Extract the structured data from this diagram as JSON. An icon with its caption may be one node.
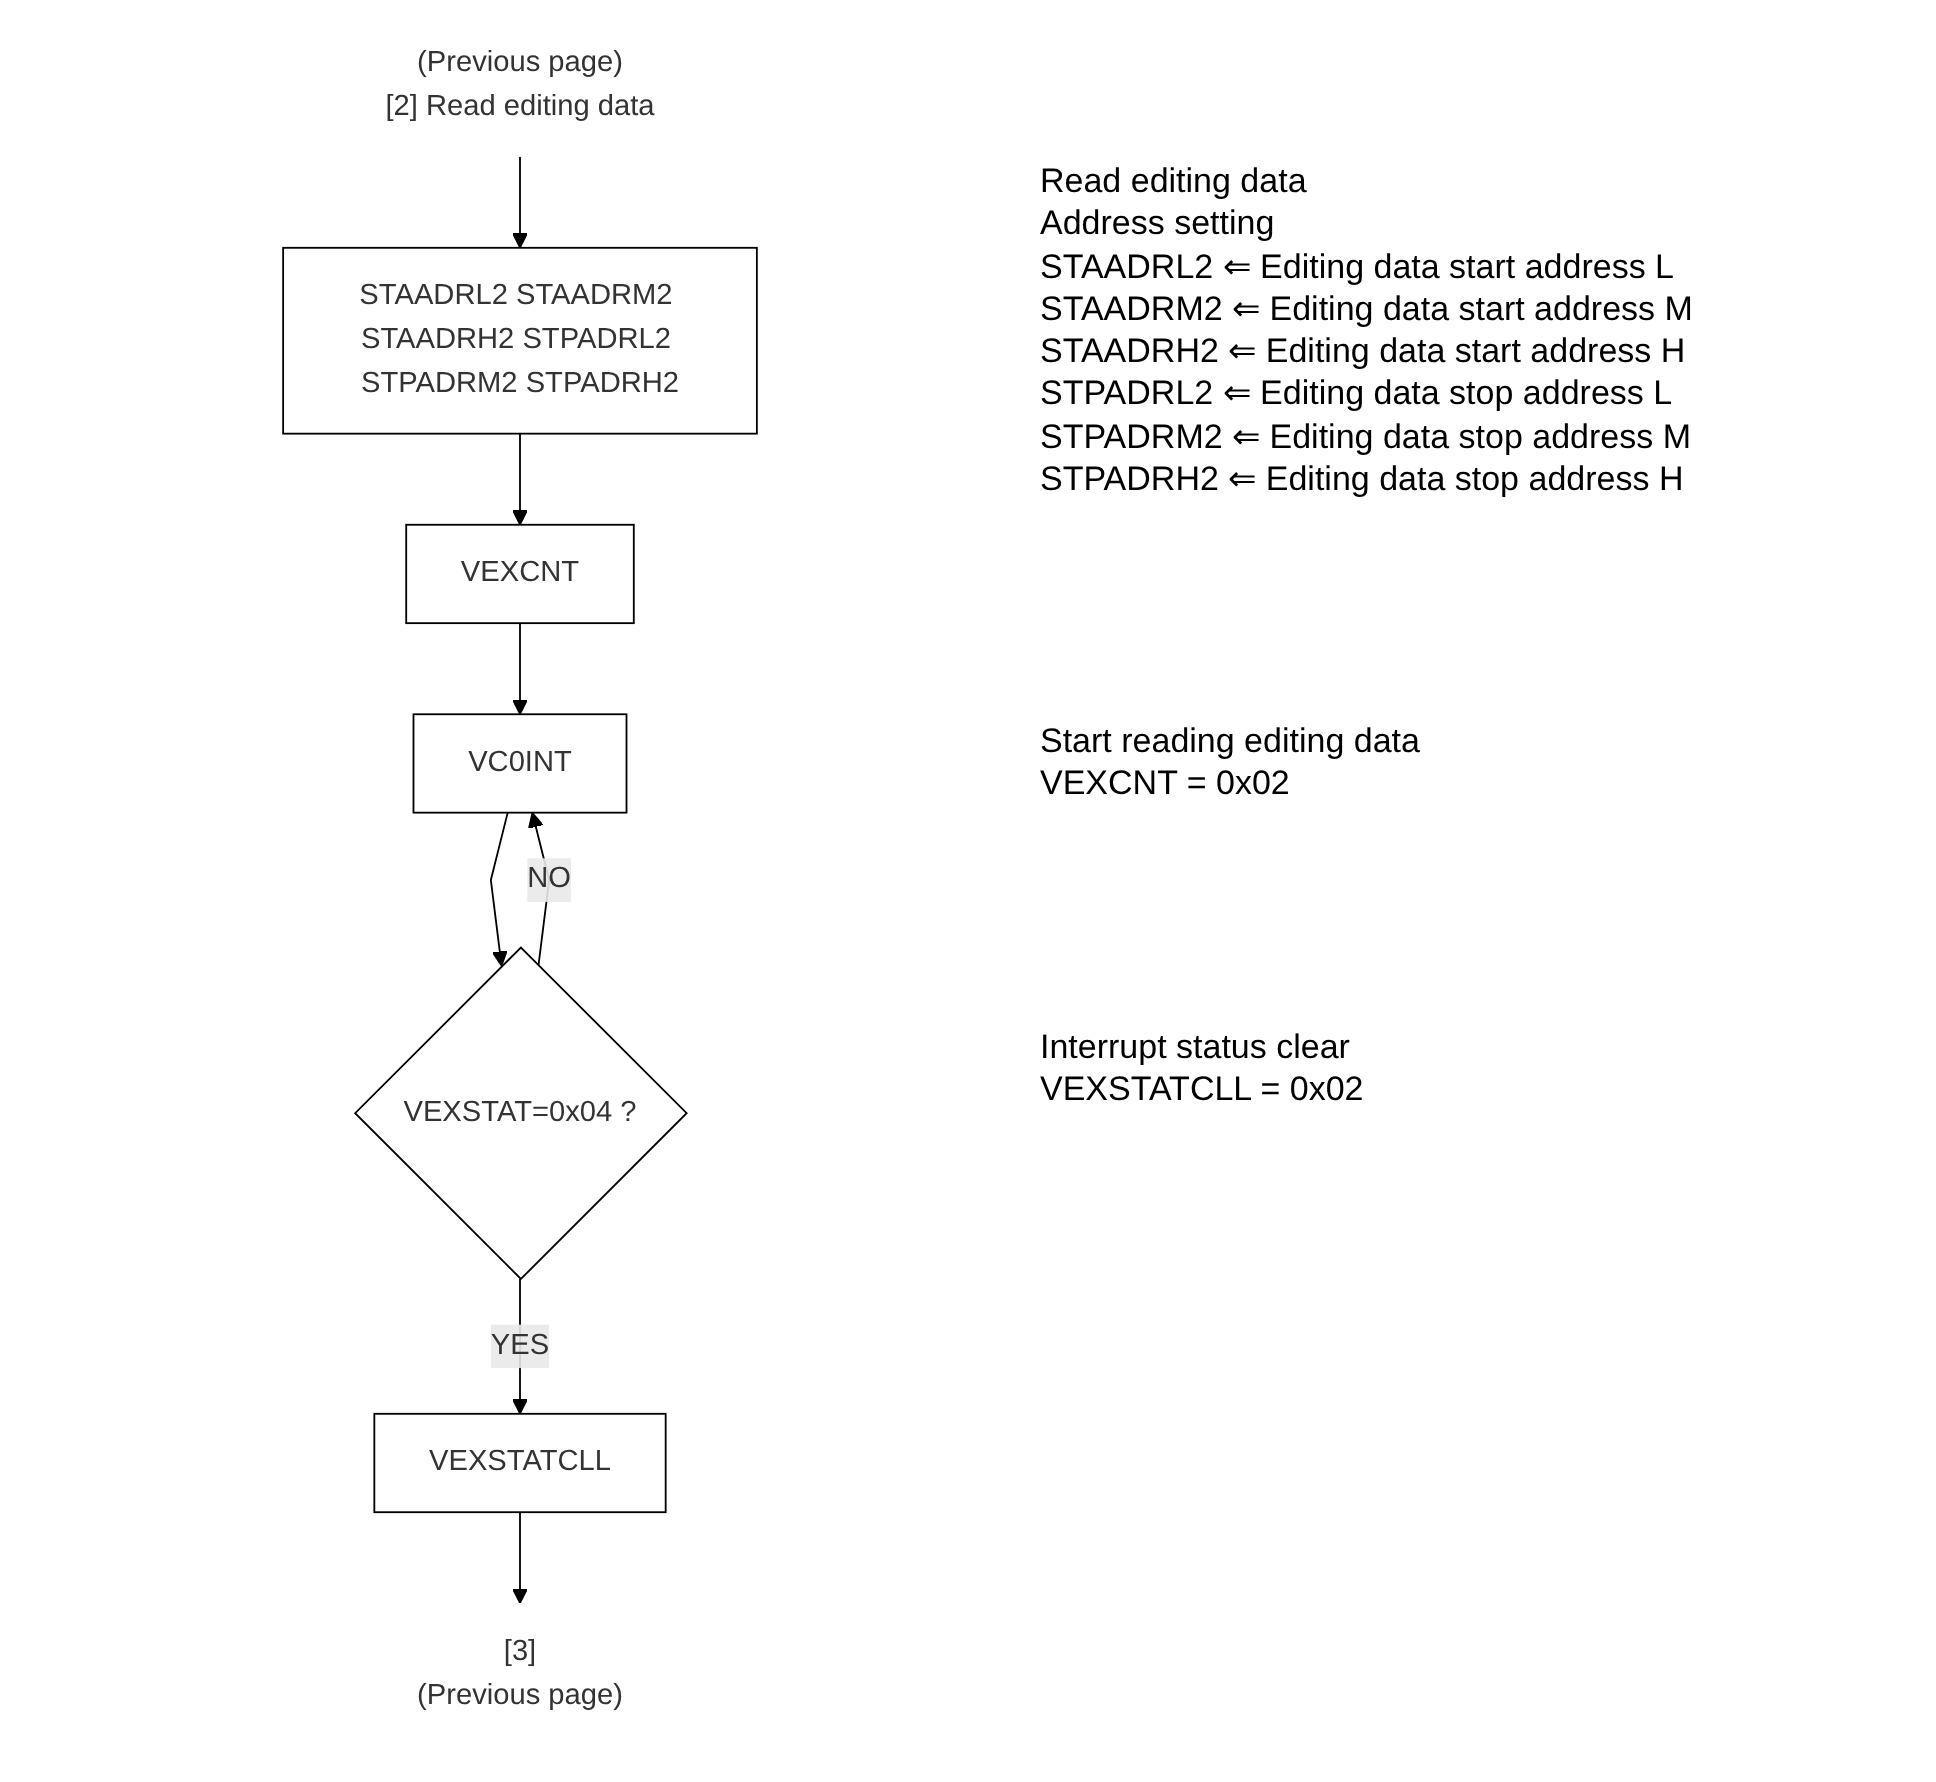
{
  "diagram": {
    "nodes": [
      {
        "text": [
          "(Previous page)",
          "[2] Read editing data"
        ]
      },
      {
        "text": [
          "STAADRL2 STAADRM2 STAADRH2 STPADRL2 STPADRM2 STPADRH2"
        ]
      },
      {
        "text": [
          "VEXCNT"
        ]
      },
      {
        "text": [
          "VC0INT"
        ]
      },
      {
        "text": [
          "VEXSTAT=0x04 ?"
        ]
      },
      {
        "text": [
          "VEXSTATCLL"
        ]
      },
      {
        "text": [
          "[3]",
          "(Previous page)"
        ]
      }
    ],
    "edges": [
      {
        "from": 0,
        "to": 1,
        "arrow": "to"
      },
      {
        "from": 1,
        "to": 2,
        "arrow": "to"
      },
      {
        "from": 2,
        "to": 3,
        "arrow": "to"
      },
      {
        "from": 3,
        "to": 4,
        "arrow": "to"
      },
      {
        "from": 4,
        "to": 3,
        "arrow": "to",
        "label": "NO"
      },
      {
        "from": 4,
        "to": 5,
        "arrow": "to",
        "label": "YES"
      },
      {
        "from": 5,
        "to": 6,
        "arrow": "to"
      }
    ],
    "labels": [
      "Read editing data",
      "Address setting",
      "STAADRL2 ⇐ Editing data start address L",
      "STAADRM2 ⇐ Editing data start address M",
      "STAADRH2 ⇐ Editing data start address H",
      "STPADRL2 ⇐ Editing data stop address L",
      "STPADRM2 ⇐ Editing data stop address M",
      "STPADRH2 ⇐ Editing data stop address H",
      "Start reading editing data",
      "VEXCNT = 0x02",
      "Interrupt status clear",
      "VEXSTATCLL = 0x02"
    ]
  }
}
